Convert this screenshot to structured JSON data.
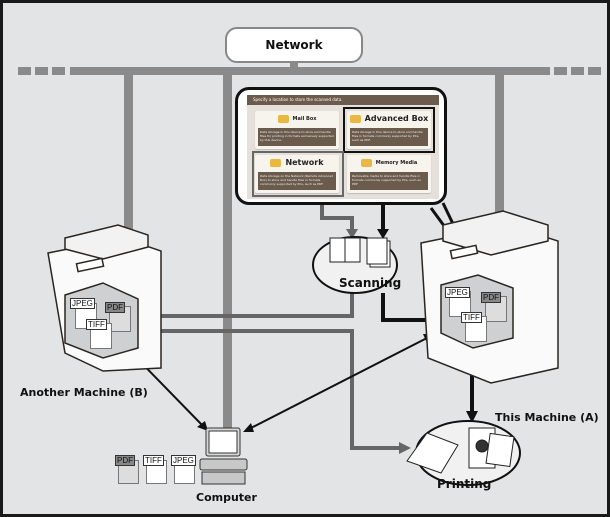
{
  "network": {
    "label": "Network"
  },
  "panel": {
    "header": "Specify a location to store the scanned data.",
    "options": [
      {
        "label": "Mail Box",
        "description": "Data storage in this device to store and handle files for printing in formats exclusively supported by this device.",
        "highlighted": false
      },
      {
        "label": "Advanced Box",
        "description": "Data storage in this device to store and handle files in formats commonly supported by PCs, such as PDF.",
        "highlighted": true
      },
      {
        "label": "Network",
        "description": "Data storage on the Network (Remote Advanced Box) to store and handle files in formats commonly supported by PCs, such as PDF.",
        "highlighted": true
      },
      {
        "label": "Memory Media",
        "description": "Removable media to store and handle files in formats commonly supported by PCs, such as PDF.",
        "highlighted": false
      }
    ]
  },
  "nodes": {
    "scanning": "Scanning",
    "printing": "Printing",
    "machine_a": "This Machine (A)",
    "machine_b": "Another Machine (B)",
    "computer": "Computer"
  },
  "file_types": {
    "jpeg": "JPEG",
    "pdf": "PDF",
    "tiff": "TIFF"
  },
  "colors": {
    "background": "#e3e4e6",
    "network_line": "#8a8a8a",
    "panel_brown": "#6b5b4c",
    "flow_dark": "#111111",
    "flow_grey": "#666666",
    "option_icon": "#e8b840"
  }
}
